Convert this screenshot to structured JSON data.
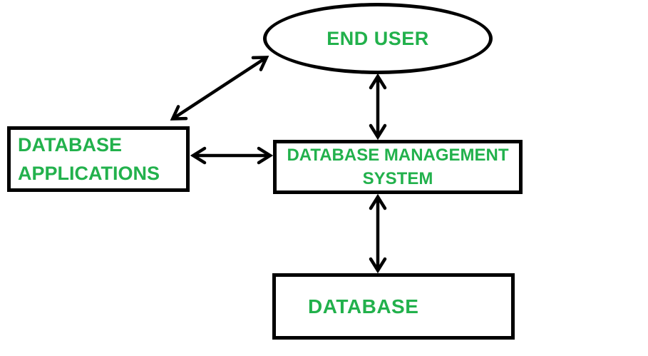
{
  "diagram": {
    "nodes": {
      "end_user": {
        "label": "END USER",
        "shape": "ellipse"
      },
      "database_applications": {
        "line1": "DATABASE",
        "line2": "APPLICATIONS",
        "shape": "rectangle"
      },
      "dbms": {
        "line1": "DATABASE MANAGEMENT",
        "line2": "SYSTEM",
        "shape": "rectangle"
      },
      "database": {
        "label": "DATABASE",
        "shape": "rectangle"
      }
    },
    "edges": [
      {
        "from": "END USER",
        "to": "DATABASE APPLICATIONS",
        "direction": "bidirectional"
      },
      {
        "from": "END USER",
        "to": "DATABASE MANAGEMENT SYSTEM",
        "direction": "bidirectional"
      },
      {
        "from": "DATABASE APPLICATIONS",
        "to": "DATABASE MANAGEMENT SYSTEM",
        "direction": "bidirectional"
      },
      {
        "from": "DATABASE MANAGEMENT SYSTEM",
        "to": "DATABASE",
        "direction": "bidirectional"
      }
    ],
    "colors": {
      "label_text": "#22b14c",
      "line": "#000000",
      "background": "#ffffff"
    }
  }
}
